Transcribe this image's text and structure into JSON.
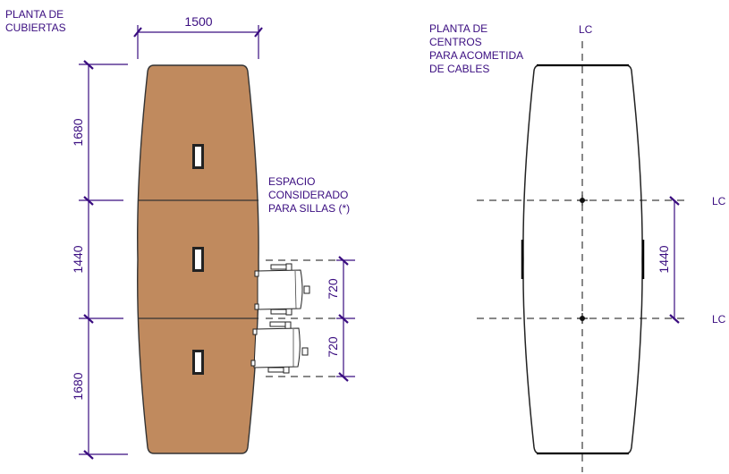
{
  "left_plan": {
    "title_lines": [
      "PLANTA DE",
      "CUBIERTAS"
    ],
    "width_dim": "1500",
    "height_dims": [
      "1680",
      "1440",
      "1680"
    ],
    "chair_note_lines": [
      "ESPACIO",
      "CONSIDERADO",
      "PARA SILLAS (*)"
    ],
    "chair_dims": [
      "720",
      "720"
    ],
    "top_color": "#c08a5e"
  },
  "right_plan": {
    "title_lines": [
      "PLANTA DE",
      "CENTROS",
      "PARA ACOMETIDA",
      "DE CABLES"
    ],
    "centerline_symbol": "LC",
    "center_dim": "1440",
    "centerline_labels": [
      "LC",
      "LC",
      "LC"
    ]
  },
  "colors": {
    "dimension": "#3a0d80",
    "outline": "#222222",
    "tabletop": "#c08a5e"
  }
}
